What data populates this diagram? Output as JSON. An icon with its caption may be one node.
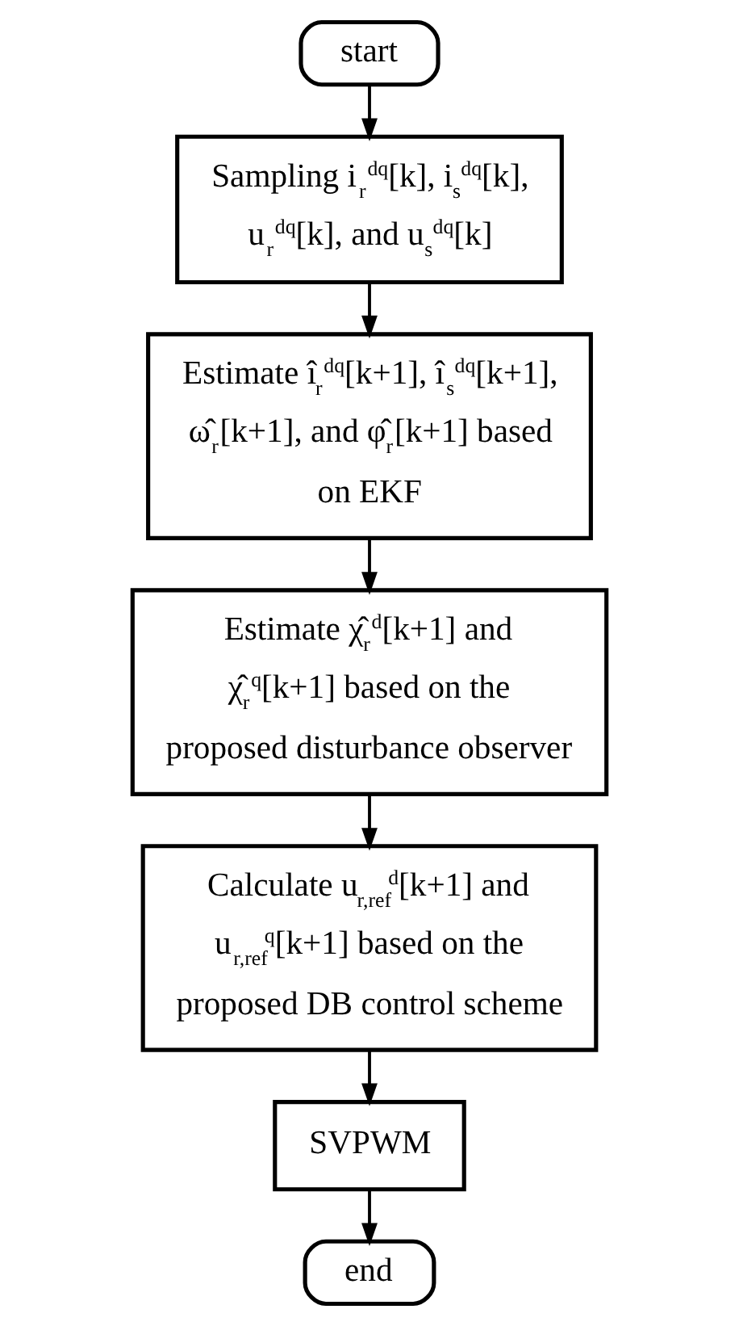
{
  "diagram": {
    "nodes": [
      {
        "text": [
          "start"
        ]
      },
      {
        "text": [
          "Sampling i$_{r}$$^{dq}$[k], i$_{s}$$^{dq}$[k], u$_{r}$$^{dq}$[k], and u$_{s}$$^{dq}$[k]"
        ]
      },
      {
        "text": [
          "Estimate î$_{r}$$^{dq}$[k+1], î$_{s}$$^{dq}$[k+1], ω̂$_{r}$[k+1], and φ̂$_{r}$[k+1] based on EKF"
        ]
      },
      {
        "text": [
          "Estimate χ̂$_{r}$$^{d}$[k+1] and χ̂$_{r}$$^{q}$[k+1] based on the proposed disturbance observer"
        ]
      },
      {
        "text": [
          "Calculate u$_{r,ref}$$^{d}$[k+1] and u$_{r,ref}$$^{q}$[k+1] based on the proposed DB control scheme"
        ]
      },
      {
        "text": [
          "SVPWM"
        ]
      },
      {
        "text": [
          "end"
        ]
      }
    ],
    "edges": [
      {
        "from": 0,
        "to": 1,
        "arrow": "to"
      },
      {
        "from": 1,
        "to": 2,
        "arrow": "to"
      },
      {
        "from": 2,
        "to": 3,
        "arrow": "to"
      },
      {
        "from": 3,
        "to": 4,
        "arrow": "to"
      },
      {
        "from": 4,
        "to": 5,
        "arrow": "to"
      },
      {
        "from": 5,
        "to": 6,
        "arrow": "to"
      }
    ]
  }
}
